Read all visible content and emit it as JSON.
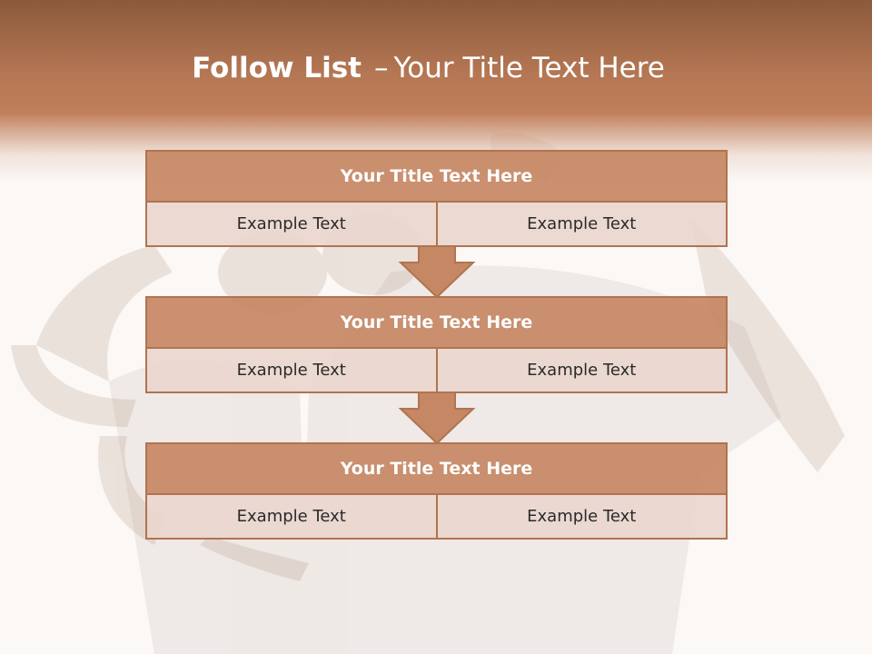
{
  "slide": {
    "title_bold": "Follow List",
    "title_dash": "–",
    "title_rest": "Your Title Text Here"
  },
  "steps": [
    {
      "title": "Your Title Text Here",
      "left": "Example Text",
      "right": "Example Text"
    },
    {
      "title": "Your Title Text Here",
      "left": "Example Text",
      "right": "Example Text"
    },
    {
      "title": "Your Title Text Here",
      "left": "Example Text",
      "right": "Example Text"
    }
  ],
  "colors": {
    "header_brown": "#b47653",
    "box_header": "#c68864",
    "box_cell": "#ead6cf",
    "border": "#b0744f",
    "arrow_fill": "#c68864"
  }
}
